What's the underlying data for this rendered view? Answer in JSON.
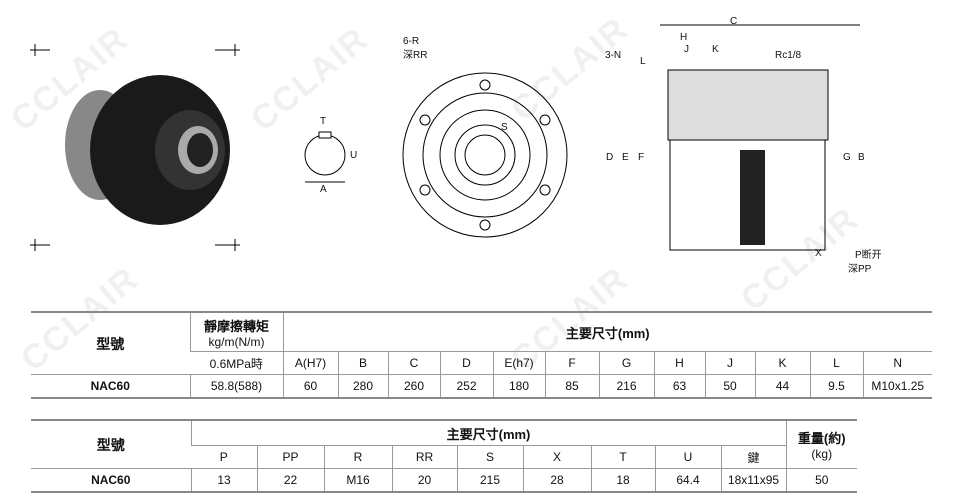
{
  "watermark": "CCLAIR",
  "drawings": {
    "front": {
      "r_label": "6-R",
      "rr_label": "深RR",
      "s_label": "S"
    },
    "keyway": {
      "t_label": "T",
      "u_label": "U",
      "a_label": "A"
    },
    "section": {
      "c": "C",
      "h": "H",
      "j": "J",
      "k": "K",
      "n": "3-N",
      "l": "L",
      "rc": "Rc1/8",
      "d": "D",
      "e": "E",
      "f": "F",
      "g": "G",
      "b": "B",
      "x": "X",
      "p": "P断开",
      "pp": "深PP"
    }
  },
  "table1": {
    "model_header": "型號",
    "torque_header": "靜摩擦轉矩",
    "torque_unit": "kg/m(N/m)",
    "dims_header": "主要尺寸(mm)",
    "pressure": "0.6MPa時",
    "columns": [
      "A(H7)",
      "B",
      "C",
      "D",
      "E(h7)",
      "F",
      "G",
      "H",
      "J",
      "K",
      "L",
      "N"
    ],
    "rows": [
      {
        "model": "NAC60",
        "torque": "58.8(588)",
        "values": [
          "60",
          "280",
          "260",
          "252",
          "180",
          "85",
          "216",
          "63",
          "50",
          "44",
          "9.5",
          "M10x1.25"
        ]
      }
    ]
  },
  "table2": {
    "model_header": "型號",
    "dims_header": "主要尺寸(mm)",
    "weight_header": "重量(約)",
    "weight_unit": "(kg)",
    "columns": [
      "P",
      "PP",
      "R",
      "RR",
      "S",
      "X",
      "T",
      "U",
      "鍵"
    ],
    "rows": [
      {
        "model": "NAC60",
        "values": [
          "13",
          "22",
          "M16",
          "20",
          "215",
          "28",
          "18",
          "64.4",
          "18x11x95"
        ],
        "weight": "50"
      }
    ]
  }
}
